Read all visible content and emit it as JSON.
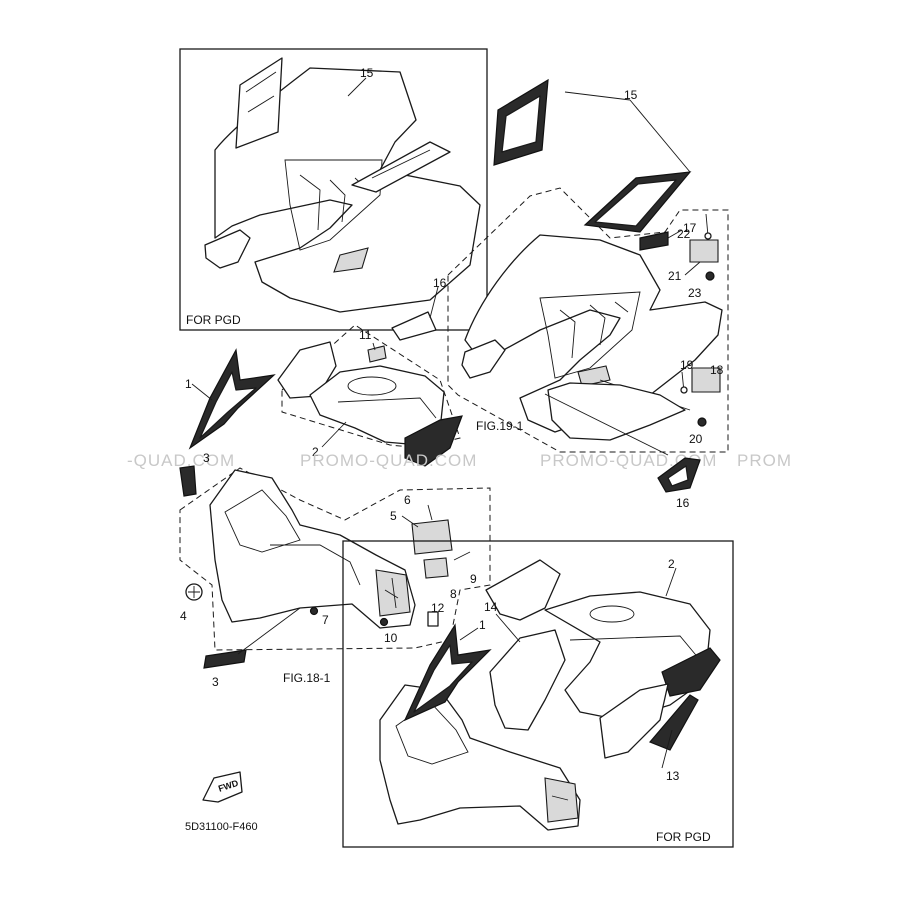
{
  "watermark": {
    "segments": [
      "-QUAD.COM",
      "PROMO-QUAD.COM",
      "PROMO-QUAD.COM",
      "PROM"
    ]
  },
  "boxes": {
    "top_left_label": "FOR PGD",
    "bottom_right_label": "FOR PGD"
  },
  "figure_refs": {
    "fig_19": "FIG.19-1",
    "fig_18": "FIG.18-1"
  },
  "callouts": {
    "c1a": "1",
    "c1b": "1",
    "c2a": "2",
    "c2b": "2",
    "c3a": "3",
    "c3b": "3",
    "c4": "4",
    "c5": "5",
    "c6": "6",
    "c7": "7",
    "c8": "8",
    "c9": "9",
    "c10": "10",
    "c11": "11",
    "c12": "12",
    "c13": "13",
    "c14": "14",
    "c15a": "15",
    "c15b": "15",
    "c16a": "16",
    "c16b": "16",
    "c17": "17",
    "c18": "18",
    "c19": "19",
    "c20": "20",
    "c21": "21",
    "c22": "22",
    "c23": "23"
  },
  "fwd_badge": "FWD",
  "diagram_code": "5D31100-F460"
}
